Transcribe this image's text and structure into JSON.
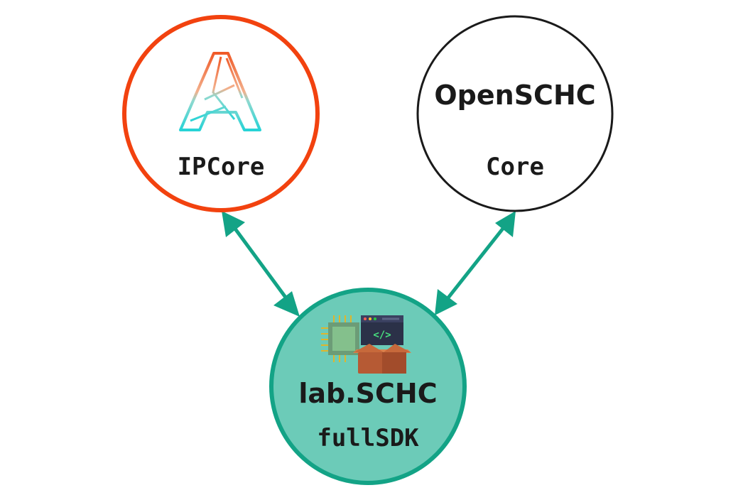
{
  "nodes": {
    "ipcore": {
      "label": "IPCore",
      "stroke": "#f2420f",
      "fill": "#ffffff",
      "icon": "ipcore-logo-icon"
    },
    "openschc": {
      "title": "OpenSCHC",
      "label": "Core",
      "stroke": "#1a1a1a",
      "fill": "#ffffff"
    },
    "labschc": {
      "title": "lab.SCHC",
      "label": "fullSDK",
      "stroke": "#13a386",
      "fill": "#6ccbb8",
      "icon": "sdk-package-icon"
    }
  },
  "edges": [
    {
      "from": "ipcore",
      "to": "labschc",
      "direction": "bidirectional",
      "color": "#13a386"
    },
    {
      "from": "openschc",
      "to": "labschc",
      "direction": "bidirectional",
      "color": "#13a386"
    }
  ],
  "icon_code_glyph": "</>"
}
